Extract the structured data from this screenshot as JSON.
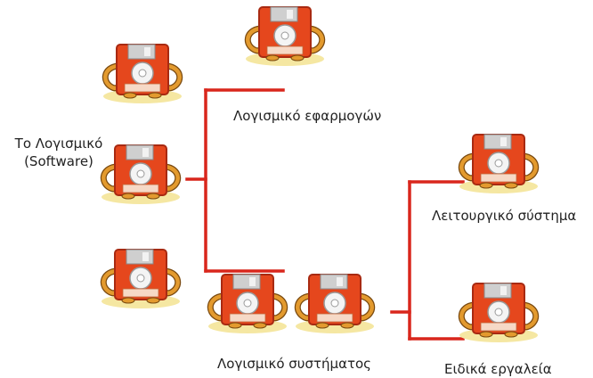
{
  "diagram": {
    "root": {
      "line1": "Το Λογισμικό",
      "line2": "(Software)"
    },
    "branches": {
      "application": "Λογισμικό εφαρμογών",
      "system": "Λογισμικό συστήματος"
    },
    "system_children": {
      "operating_system": "Λειτουργικό σύστημα",
      "special_tools": "Ειδικά εργαλεία"
    },
    "colors": {
      "connector": "#d9261c",
      "disk_body": "#e5471d",
      "disk_dark": "#a82a12",
      "shutter": "#c9c9c9",
      "label_plate": "#f6d9c6",
      "arms": "#e39a2e",
      "shadow": "#f5e7a2"
    },
    "icon_name": "floppy-disk-mascot-icon"
  }
}
